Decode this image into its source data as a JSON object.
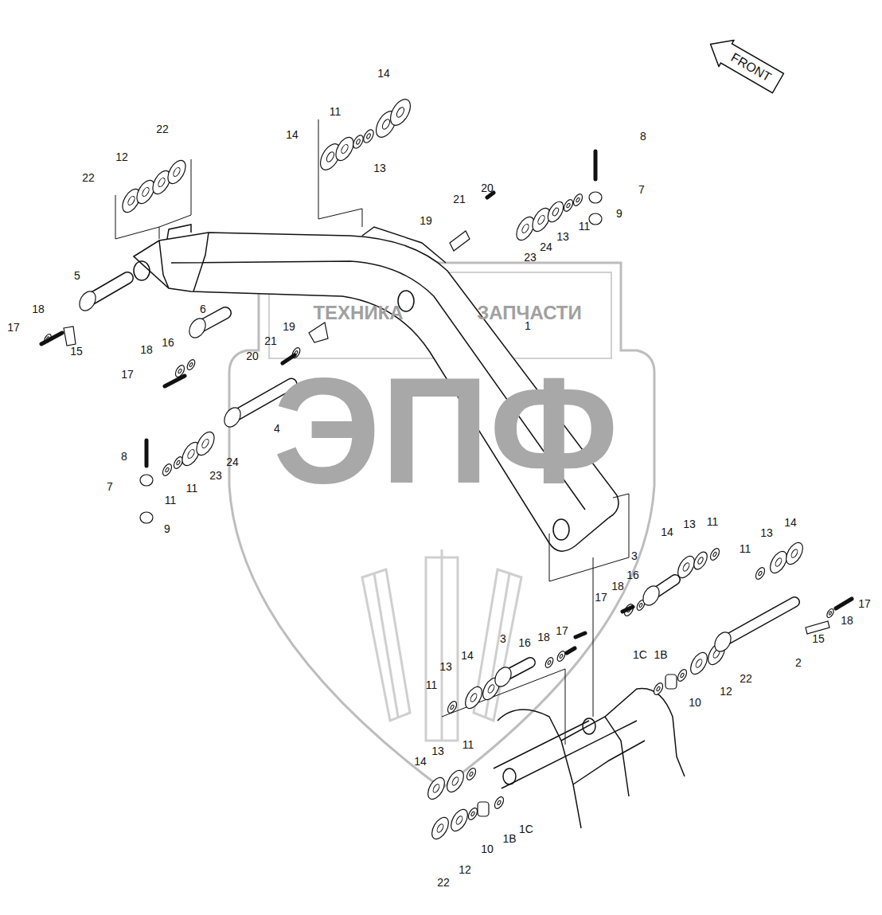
{
  "diagram": {
    "nodes": [
      {
        "text": [
          "FRONT"
        ]
      }
    ],
    "labels": [
      "14",
      "11",
      "14",
      "13",
      "22",
      "12",
      "22",
      "8",
      "7",
      "20",
      "21",
      "19",
      "9",
      "11",
      "13",
      "24",
      "23",
      "5",
      "18",
      "17",
      "15",
      "6",
      "1",
      "19",
      "16",
      "18",
      "21",
      "20",
      "17",
      "4",
      "8",
      "24",
      "23",
      "7",
      "11",
      "11",
      "9",
      "14",
      "13",
      "11",
      "11",
      "13",
      "14",
      "3",
      "16",
      "18",
      "17",
      "17",
      "18",
      "15",
      "2",
      "3",
      "16",
      "18",
      "17",
      "1C",
      "1B",
      "13",
      "14",
      "11",
      "22",
      "12",
      "10",
      "14",
      "13",
      "11",
      "1C",
      "1B",
      "10",
      "12",
      "22",
      "ТЕХНИКА",
      "ЗАПЧАСТИ",
      "ЭПФ"
    ]
  }
}
